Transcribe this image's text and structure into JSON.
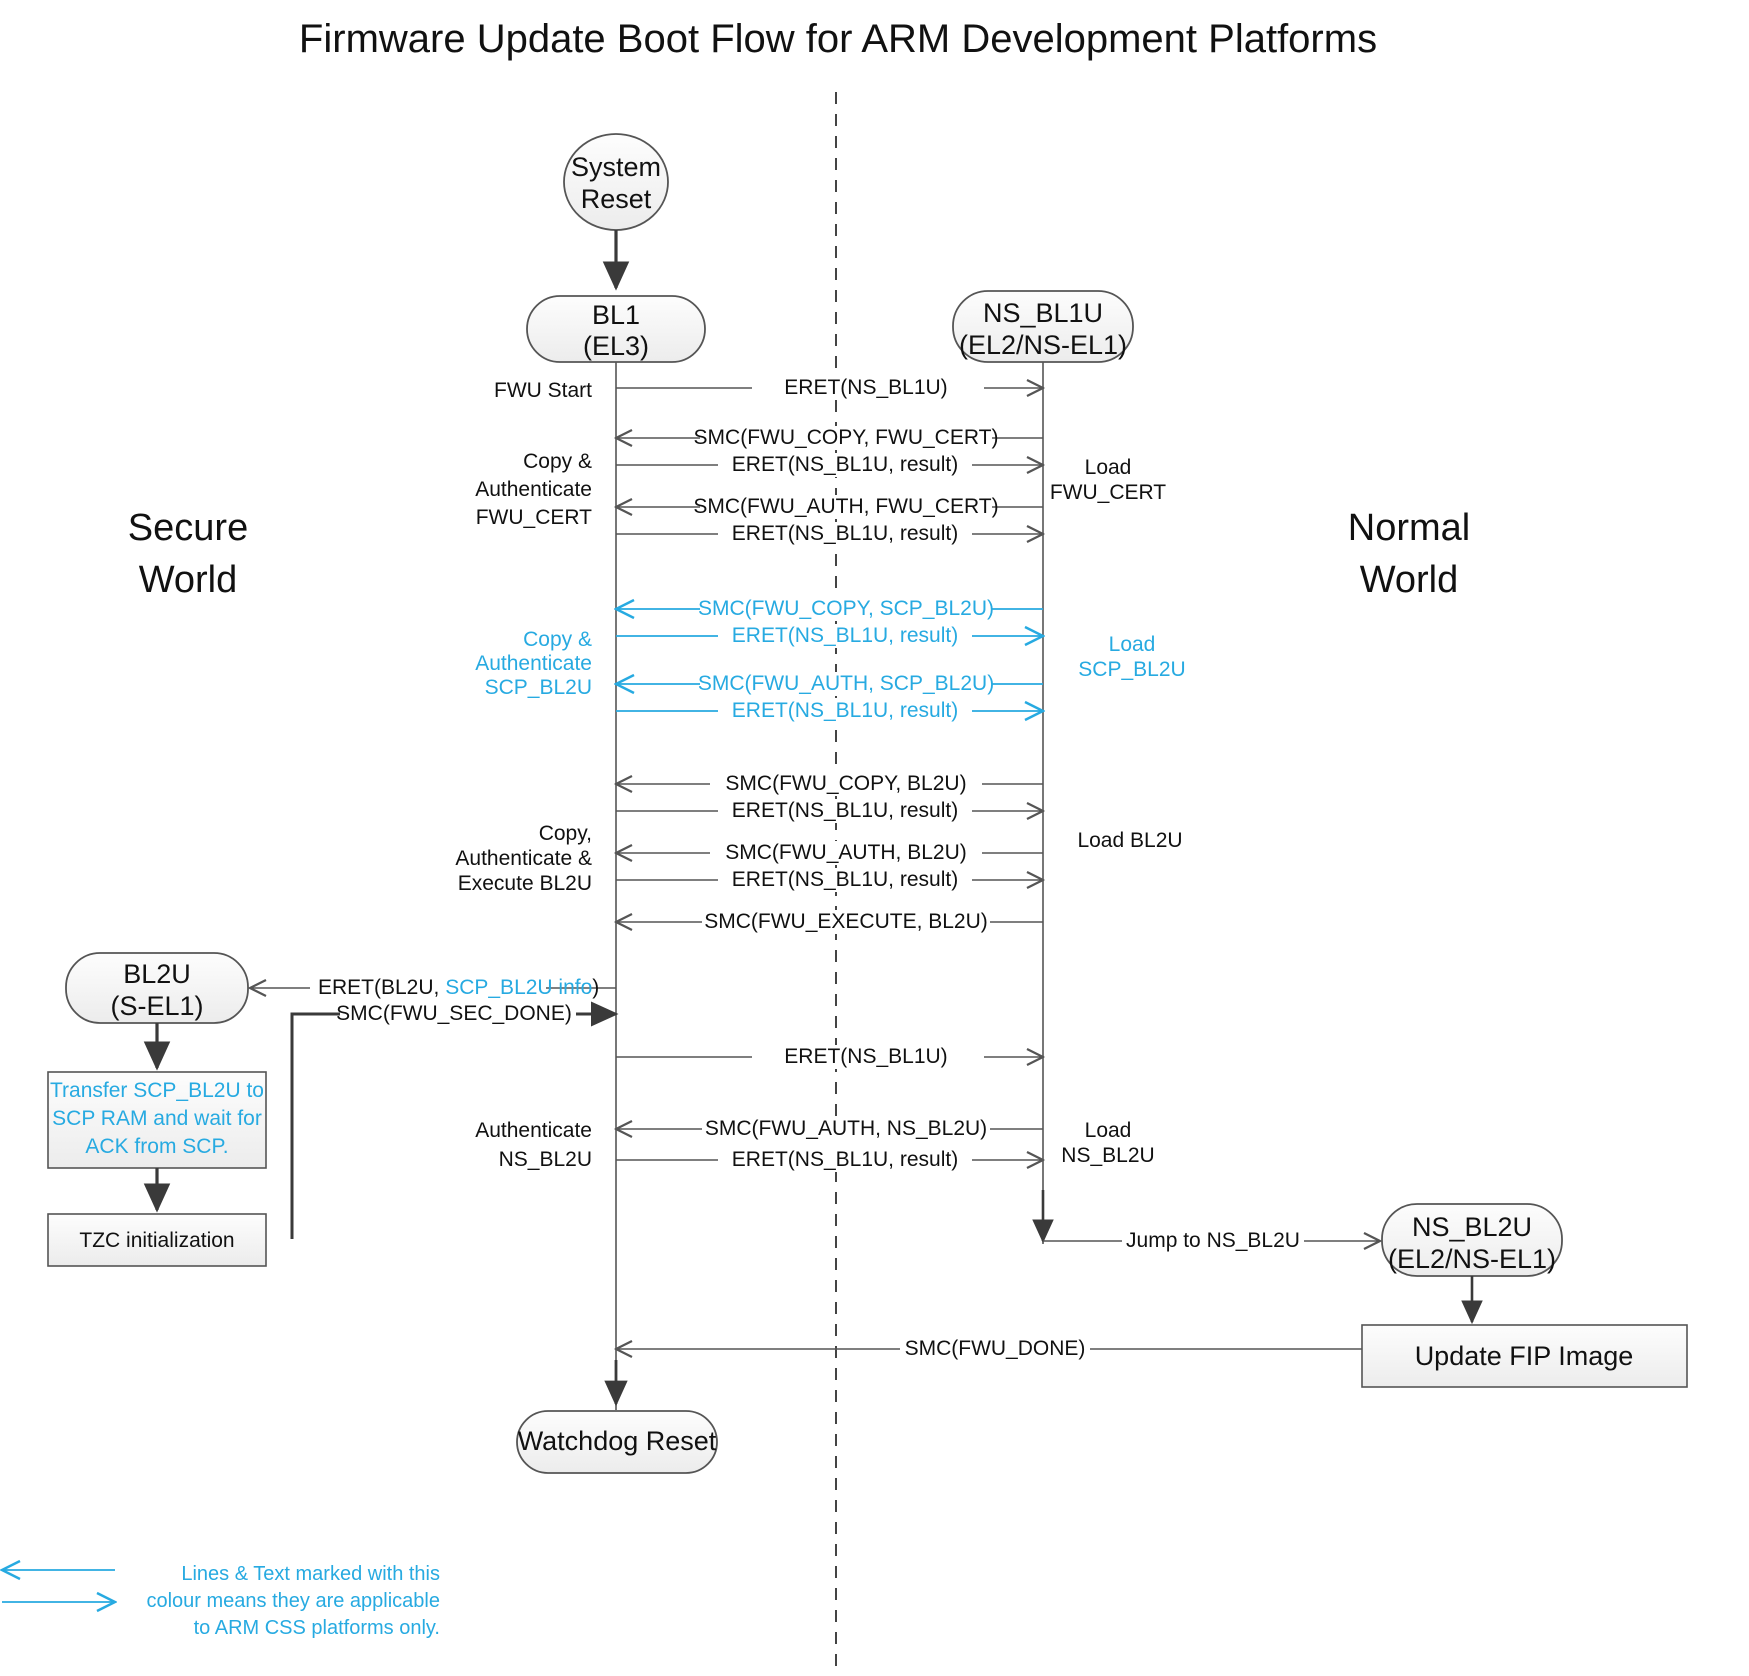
{
  "title": "Firmware Update Boot Flow for ARM Development Platforms",
  "colors": {
    "css_cyan": "#27AAE1",
    "line_dark": "#3A3A3A",
    "line_thin": "#555555",
    "node_fill_top": "#FDFDFD",
    "node_fill_bottom": "#EFEFEF",
    "node_stroke": "#555555",
    "text": "#111111"
  },
  "worlds": {
    "left": "Secure\nWorld",
    "left_line1": "Secure",
    "left_line2": "World",
    "right_line1": "Normal",
    "right_line2": "World"
  },
  "nodes": {
    "system_reset": {
      "line1": "System",
      "line2": "Reset"
    },
    "bl1": {
      "line1": "BL1",
      "line2": "(EL3)"
    },
    "ns_bl1u": {
      "line1": "NS_BL1U",
      "line2": "(EL2/NS-EL1)"
    },
    "bl2u": {
      "line1": "BL2U",
      "line2": "(S-EL1)"
    },
    "ns_bl2u": {
      "line1": "NS_BL2U",
      "line2": "(EL2/NS-EL1)"
    },
    "watchdog_reset": {
      "line1": "Watchdog Reset"
    }
  },
  "boxes": {
    "transfer_scp": {
      "line1": "Transfer SCP_BL2U to",
      "line2": "SCP RAM and wait for",
      "line3": "ACK from SCP.",
      "colour": "cyan"
    },
    "tzc_init": {
      "line1": "TZC initialization",
      "colour": "black"
    },
    "update_fip": {
      "line1": "Update FIP Image",
      "colour": "black"
    }
  },
  "left_annotations": [
    {
      "id": "fwu-start",
      "lines": [
        "FWU Start"
      ],
      "colour": "black"
    },
    {
      "id": "copy-auth-fwu-cert",
      "lines": [
        "Copy &",
        "Authenticate",
        "FWU_CERT"
      ],
      "colour": "black"
    },
    {
      "id": "copy-auth-scp-bl2u",
      "lines": [
        "Copy &",
        "Authenticate",
        "SCP_BL2U"
      ],
      "colour": "cyan"
    },
    {
      "id": "copy-auth-exec-bl2u",
      "lines": [
        "Copy,",
        "Authenticate &",
        "Execute BL2U"
      ],
      "colour": "black"
    },
    {
      "id": "authenticate-ns-bl2u",
      "lines": [
        "Authenticate",
        "NS_BL2U"
      ],
      "colour": "black"
    }
  ],
  "right_annotations": [
    {
      "id": "load-fwu-cert",
      "lines": [
        "Load",
        "FWU_CERT"
      ],
      "colour": "black"
    },
    {
      "id": "load-scp-bl2u",
      "lines": [
        "Load",
        "SCP_BL2U"
      ],
      "colour": "cyan"
    },
    {
      "id": "load-bl2u",
      "lines": [
        "Load BL2U"
      ],
      "colour": "black"
    },
    {
      "id": "load-ns-bl2u",
      "lines": [
        "Load",
        "NS_BL2U"
      ],
      "colour": "black"
    }
  ],
  "messages": [
    {
      "id": "m1",
      "label": "ERET(NS_BL1U)",
      "dir": "right",
      "colour": "black"
    },
    {
      "id": "m2",
      "label": "SMC(FWU_COPY, FWU_CERT)",
      "dir": "left",
      "colour": "black"
    },
    {
      "id": "m3",
      "label": "ERET(NS_BL1U, result)",
      "dir": "right",
      "colour": "black"
    },
    {
      "id": "m4",
      "label": "SMC(FWU_AUTH, FWU_CERT)",
      "dir": "left",
      "colour": "black"
    },
    {
      "id": "m5",
      "label": "ERET(NS_BL1U, result)",
      "dir": "right",
      "colour": "black"
    },
    {
      "id": "m6",
      "label": "SMC(FWU_COPY, SCP_BL2U)",
      "dir": "left",
      "colour": "cyan"
    },
    {
      "id": "m7",
      "label": "ERET(NS_BL1U, result)",
      "dir": "right",
      "colour": "cyan"
    },
    {
      "id": "m8",
      "label": "SMC(FWU_AUTH, SCP_BL2U)",
      "dir": "left",
      "colour": "cyan"
    },
    {
      "id": "m9",
      "label": "ERET(NS_BL1U, result)",
      "dir": "right",
      "colour": "cyan"
    },
    {
      "id": "m10",
      "label": "SMC(FWU_COPY, BL2U)",
      "dir": "left",
      "colour": "black"
    },
    {
      "id": "m11",
      "label": "ERET(NS_BL1U, result)",
      "dir": "right",
      "colour": "black"
    },
    {
      "id": "m12",
      "label": "SMC(FWU_AUTH, BL2U)",
      "dir": "left",
      "colour": "black"
    },
    {
      "id": "m13",
      "label": "ERET(NS_BL1U, result)",
      "dir": "right",
      "colour": "black"
    },
    {
      "id": "m14",
      "label": "SMC(FWU_EXECUTE, BL2U)",
      "dir": "left",
      "colour": "black"
    },
    {
      "id": "m15",
      "label": "ERET(NS_BL1U)",
      "dir": "right",
      "colour": "black"
    },
    {
      "id": "m16",
      "label": "SMC(FWU_AUTH, NS_BL2U)",
      "dir": "left",
      "colour": "black"
    },
    {
      "id": "m17",
      "label": "ERET(NS_BL1U, result)",
      "dir": "right",
      "colour": "black"
    }
  ],
  "bl2u_messages": {
    "eret_bl2u_prefix": "ERET(BL2U, ",
    "eret_bl2u_cyan": "SCP_BL2U info",
    "eret_bl2u_suffix": ")",
    "smc_fwu_sec_done": "SMC(FWU_SEC_DONE)"
  },
  "tail_messages": {
    "jump_to_ns_bl2u": "Jump to NS_BL2U",
    "smc_fwu_done": "SMC(FWU_DONE)"
  },
  "legend": {
    "line1": "Lines & Text marked with this",
    "line2": "colour means they are applicable",
    "line3": "to ARM CSS platforms only."
  }
}
